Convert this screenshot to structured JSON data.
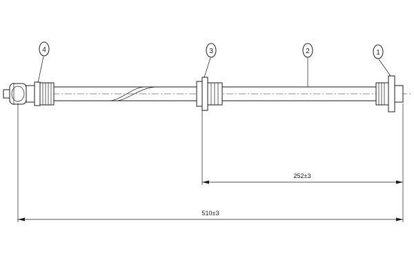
{
  "callouts": {
    "c1": "1",
    "c2": "2",
    "c3": "3",
    "c4": "4"
  },
  "dimensions": {
    "overall": "510±3",
    "partial": "252±3"
  }
}
